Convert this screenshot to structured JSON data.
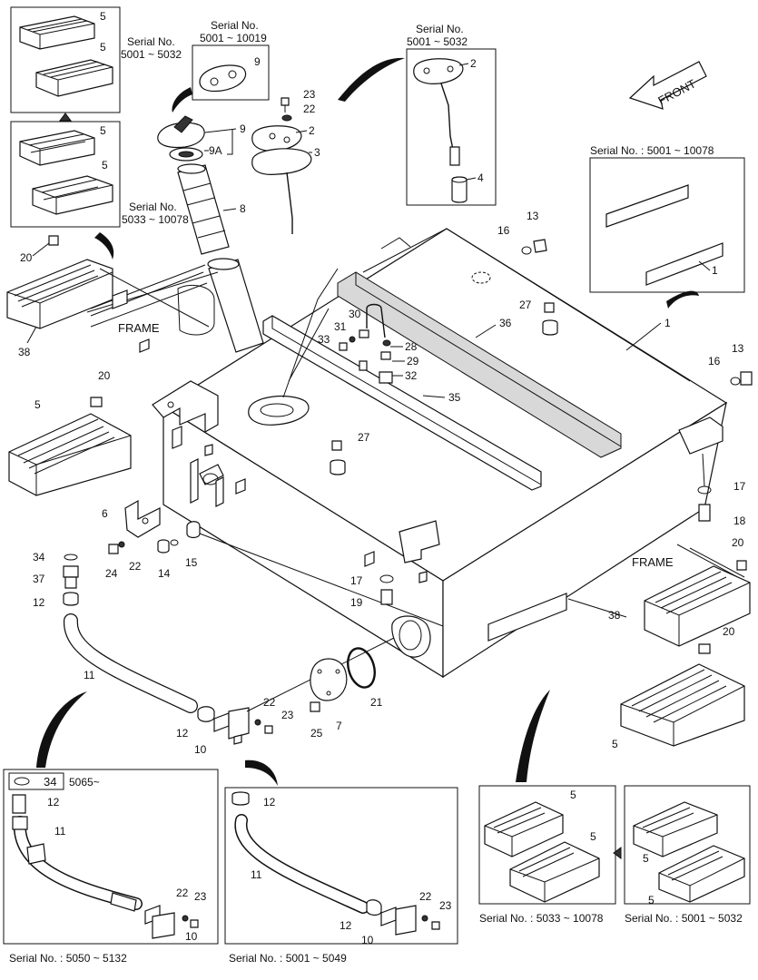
{
  "callouts": {
    "n1": "1",
    "n2": "2",
    "n3": "3",
    "n4": "4",
    "n5": "5",
    "n6": "6",
    "n7": "7",
    "n8": "8",
    "n9": "9",
    "n9a": "9A",
    "n10": "10",
    "n11": "11",
    "n12": "12",
    "n13": "13",
    "n14": "14",
    "n15": "15",
    "n16": "16",
    "n17": "17",
    "n18": "18",
    "n19": "19",
    "n20": "20",
    "n21": "21",
    "n22": "22",
    "n23": "23",
    "n24": "24",
    "n25": "25",
    "n27": "27",
    "n28": "28",
    "n29": "29",
    "n30": "30",
    "n31": "31",
    "n32": "32",
    "n33": "33",
    "n34": "34",
    "n35": "35",
    "n36": "36",
    "n37": "37",
    "n38": "38"
  },
  "labels": {
    "frame": "FRAME",
    "front": "FRONT",
    "serial_no": "Serial No.",
    "range_5001_5032": "5001 ~ 5032",
    "range_5001_10019": "5001 ~ 10019",
    "range_5033_10078": "5033 ~ 10078",
    "sn_5001_10078": "Serial No. : 5001 ~ 10078",
    "sn_5050_5132": "Serial No. : 5050 ~ 5132",
    "sn_5001_5049": "Serial No. : 5001 ~ 5049",
    "sn_5033_10078": "Serial No. : 5033 ~ 10078",
    "sn_5001_5032": "Serial No. : 5001 ~ 5032",
    "from_5065": "5065~"
  }
}
